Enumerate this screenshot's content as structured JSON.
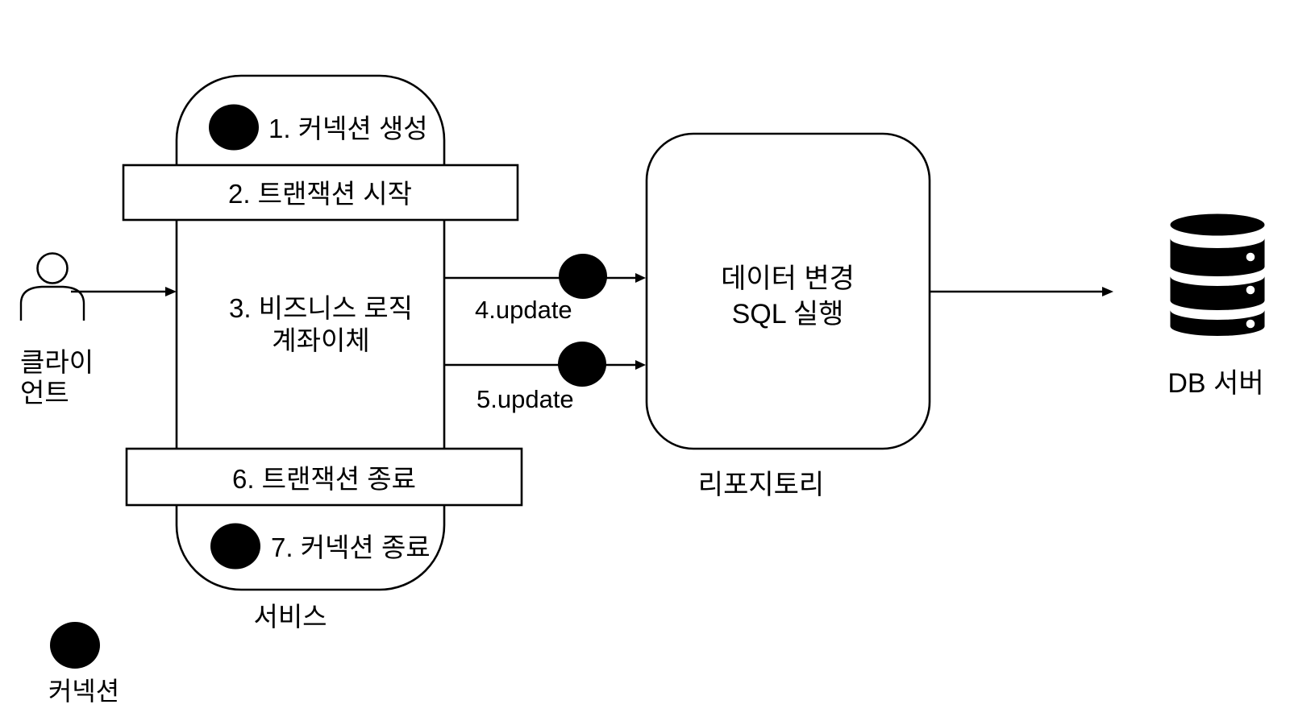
{
  "client": {
    "label_line1": "클라이",
    "label_line2": "언트"
  },
  "service": {
    "label": "서비스",
    "step1_label": "1. 커넥션 생성",
    "step2_label": "2. 트랜잭션 시작",
    "step3_line1": "3. 비즈니스 로직",
    "step3_line2": "계좌이체",
    "step6_label": "6. 트랜잭션 종료",
    "step7_label": "7. 커넥션 종료"
  },
  "flows": {
    "update4_label": "4.update",
    "update5_label": "5.update"
  },
  "repository": {
    "body_line1": "데이터 변경",
    "body_line2": "SQL 실행",
    "label": "리포지토리"
  },
  "db_server": {
    "label": "DB 서버"
  },
  "legend": {
    "connection_label": "커넥션"
  },
  "colors": {
    "background": "#ffffff",
    "stroke": "#000000",
    "shape_fill": "#000000"
  }
}
